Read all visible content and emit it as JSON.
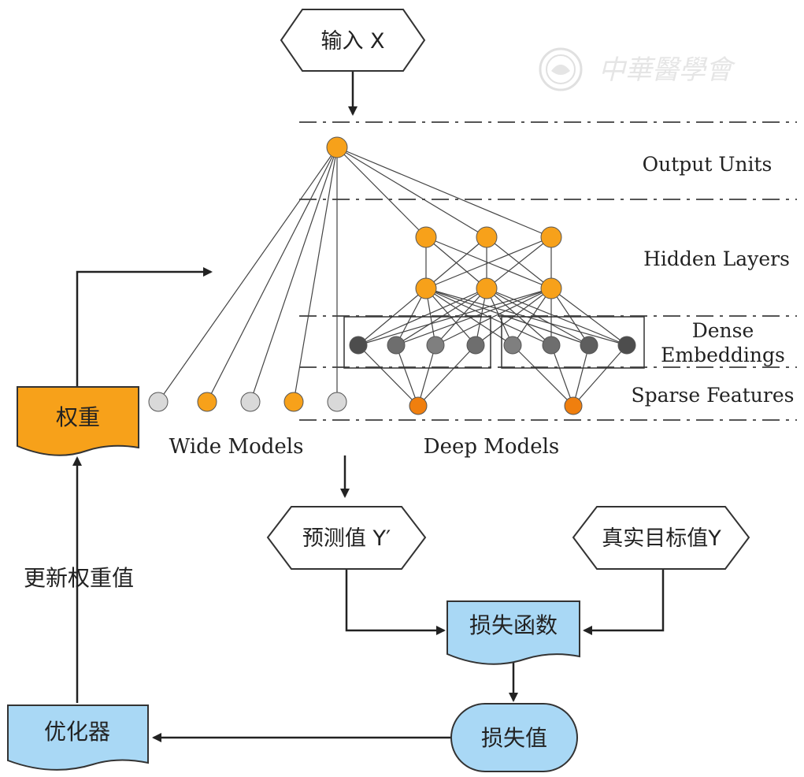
{
  "nodes": {
    "input_x": "输入 X",
    "weights": "权重",
    "prediction": "预测值 Y′",
    "true_target": "真实目标值Y",
    "loss_function": "损失函数",
    "loss_value": "损失值",
    "optimizer": "优化器"
  },
  "edge_labels": {
    "update_weights": "更新权重值"
  },
  "layers": {
    "output_units": "Output Units",
    "hidden_layers": "Hidden Layers",
    "dense_embeddings_line1": "Dense",
    "dense_embeddings_line2": "Embeddings",
    "sparse_features": "Sparse Features"
  },
  "models": {
    "wide": "Wide Models",
    "deep": "Deep Models"
  },
  "watermark": "中华医学会",
  "colors": {
    "orange": "#f7a11a",
    "dark_orange": "#f07f0e",
    "blue": "#a9d8f5",
    "gray_light": "#d9d9d9",
    "gray_mid": "#7f7f7f",
    "gray_dark": "#4d4d4d",
    "line": "#333333"
  }
}
